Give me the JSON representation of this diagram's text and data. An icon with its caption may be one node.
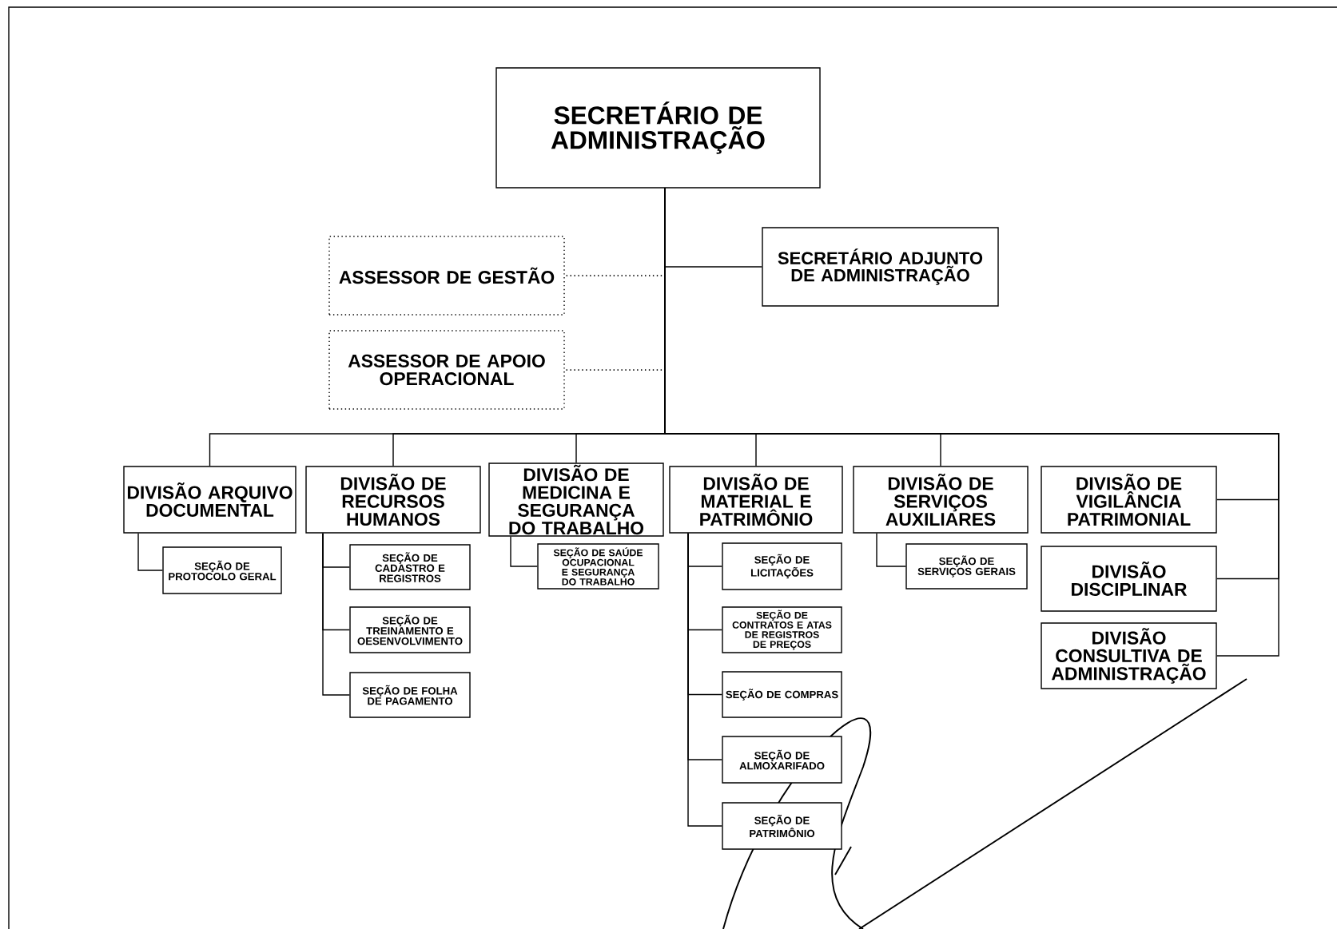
{
  "diagram": {
    "nodes": [
      {
        "text": [
          "SECRETÁRIO DE ADMINISTRAÇÃO"
        ]
      },
      {
        "text": [
          "ASSESSOR DE GESTÃO"
        ]
      },
      {
        "text": [
          "SECRETÁRIO ADJUNTO DE ADMINISTRAÇÃO"
        ]
      },
      {
        "text": [
          "ASSESSOR DE APOIO OPERACIONAL"
        ]
      },
      {
        "text": [
          "DIVISÃO ARQUIVO DOCUMENTAL"
        ]
      },
      {
        "text": [
          "DIVISÃO DE RECURSOS HUMANOS"
        ]
      },
      {
        "text": [
          "DIVISÃO DE MEDICINA E SEGURANÇA DO TRABALHO"
        ]
      },
      {
        "text": [
          "DIVISÃO DE MATERIAL E PATRIMÔNIO"
        ]
      },
      {
        "text": [
          "DIVISÃO DE SERVIÇOS AUXILIARES"
        ]
      },
      {
        "text": [
          "DIVISÃO DE VIGILÂNCIA PATRIMONIAL"
        ]
      },
      {
        "text": [
          "DIVISÃO DISCIPLINAR"
        ]
      },
      {
        "text": [
          "DIVISÃO CONSULTIVA DE ADMINISTRAÇÃO"
        ]
      },
      {
        "text": [
          "SEÇÃO DE PROTOCOLO GERAL"
        ]
      },
      {
        "text": [
          "SEÇÃO DE CADASTRO E REGISTROS"
        ]
      },
      {
        "text": [
          "SEÇÃO DE TREINAMENTO E OESENVOLVIMENTO"
        ]
      },
      {
        "text": [
          "SEÇÃO DE FOLHA DE PAGAMENTO"
        ]
      },
      {
        "text": [
          "SEÇÃO DE SAÚDE OCUPACIONAL E SEGURANÇA DO TRABALHO"
        ]
      },
      {
        "text": [
          "SEÇÃO DE LICITAÇÕES"
        ]
      },
      {
        "text": [
          "SEÇÃO DE CONTRATOS E ATAS DE REGISTROS DE PREÇOS"
        ]
      },
      {
        "text": [
          "SEÇÃO DE COMPRAS"
        ]
      },
      {
        "text": [
          "SEÇÃO DE ALMOXARIFADO"
        ]
      },
      {
        "text": [
          "SEÇÃO DE PATRIMÔNIO"
        ]
      },
      {
        "text": [
          "SEÇÃO DE SERVIÇOS GERAIS"
        ]
      }
    ],
    "edges": [
      {
        "from": 0,
        "to": 1,
        "arrow": "none",
        "style": "dashed"
      },
      {
        "from": 0,
        "to": 2,
        "arrow": "none"
      },
      {
        "from": 0,
        "to": 3,
        "arrow": "none",
        "style": "dashed"
      },
      {
        "from": 0,
        "to": 4,
        "arrow": "none"
      },
      {
        "from": 0,
        "to": 5,
        "arrow": "none"
      },
      {
        "from": 0,
        "to": 6,
        "arrow": "none"
      },
      {
        "from": 0,
        "to": 7,
        "arrow": "none"
      },
      {
        "from": 0,
        "to": 8,
        "arrow": "none"
      },
      {
        "from": 0,
        "to": 9,
        "arrow": "none"
      },
      {
        "from": 0,
        "to": 10,
        "arrow": "none"
      },
      {
        "from": 0,
        "to": 11,
        "arrow": "none"
      },
      {
        "from": 4,
        "to": 12,
        "arrow": "none"
      },
      {
        "from": 5,
        "to": 13,
        "arrow": "none"
      },
      {
        "from": 5,
        "to": 14,
        "arrow": "none"
      },
      {
        "from": 5,
        "to": 15,
        "arrow": "none"
      },
      {
        "from": 6,
        "to": 16,
        "arrow": "none"
      },
      {
        "from": 7,
        "to": 17,
        "arrow": "none"
      },
      {
        "from": 7,
        "to": 18,
        "arrow": "none"
      },
      {
        "from": 7,
        "to": 19,
        "arrow": "none"
      },
      {
        "from": 7,
        "to": 20,
        "arrow": "none"
      },
      {
        "from": 7,
        "to": 21,
        "arrow": "none"
      },
      {
        "from": 8,
        "to": 22,
        "arrow": "none"
      }
    ]
  }
}
